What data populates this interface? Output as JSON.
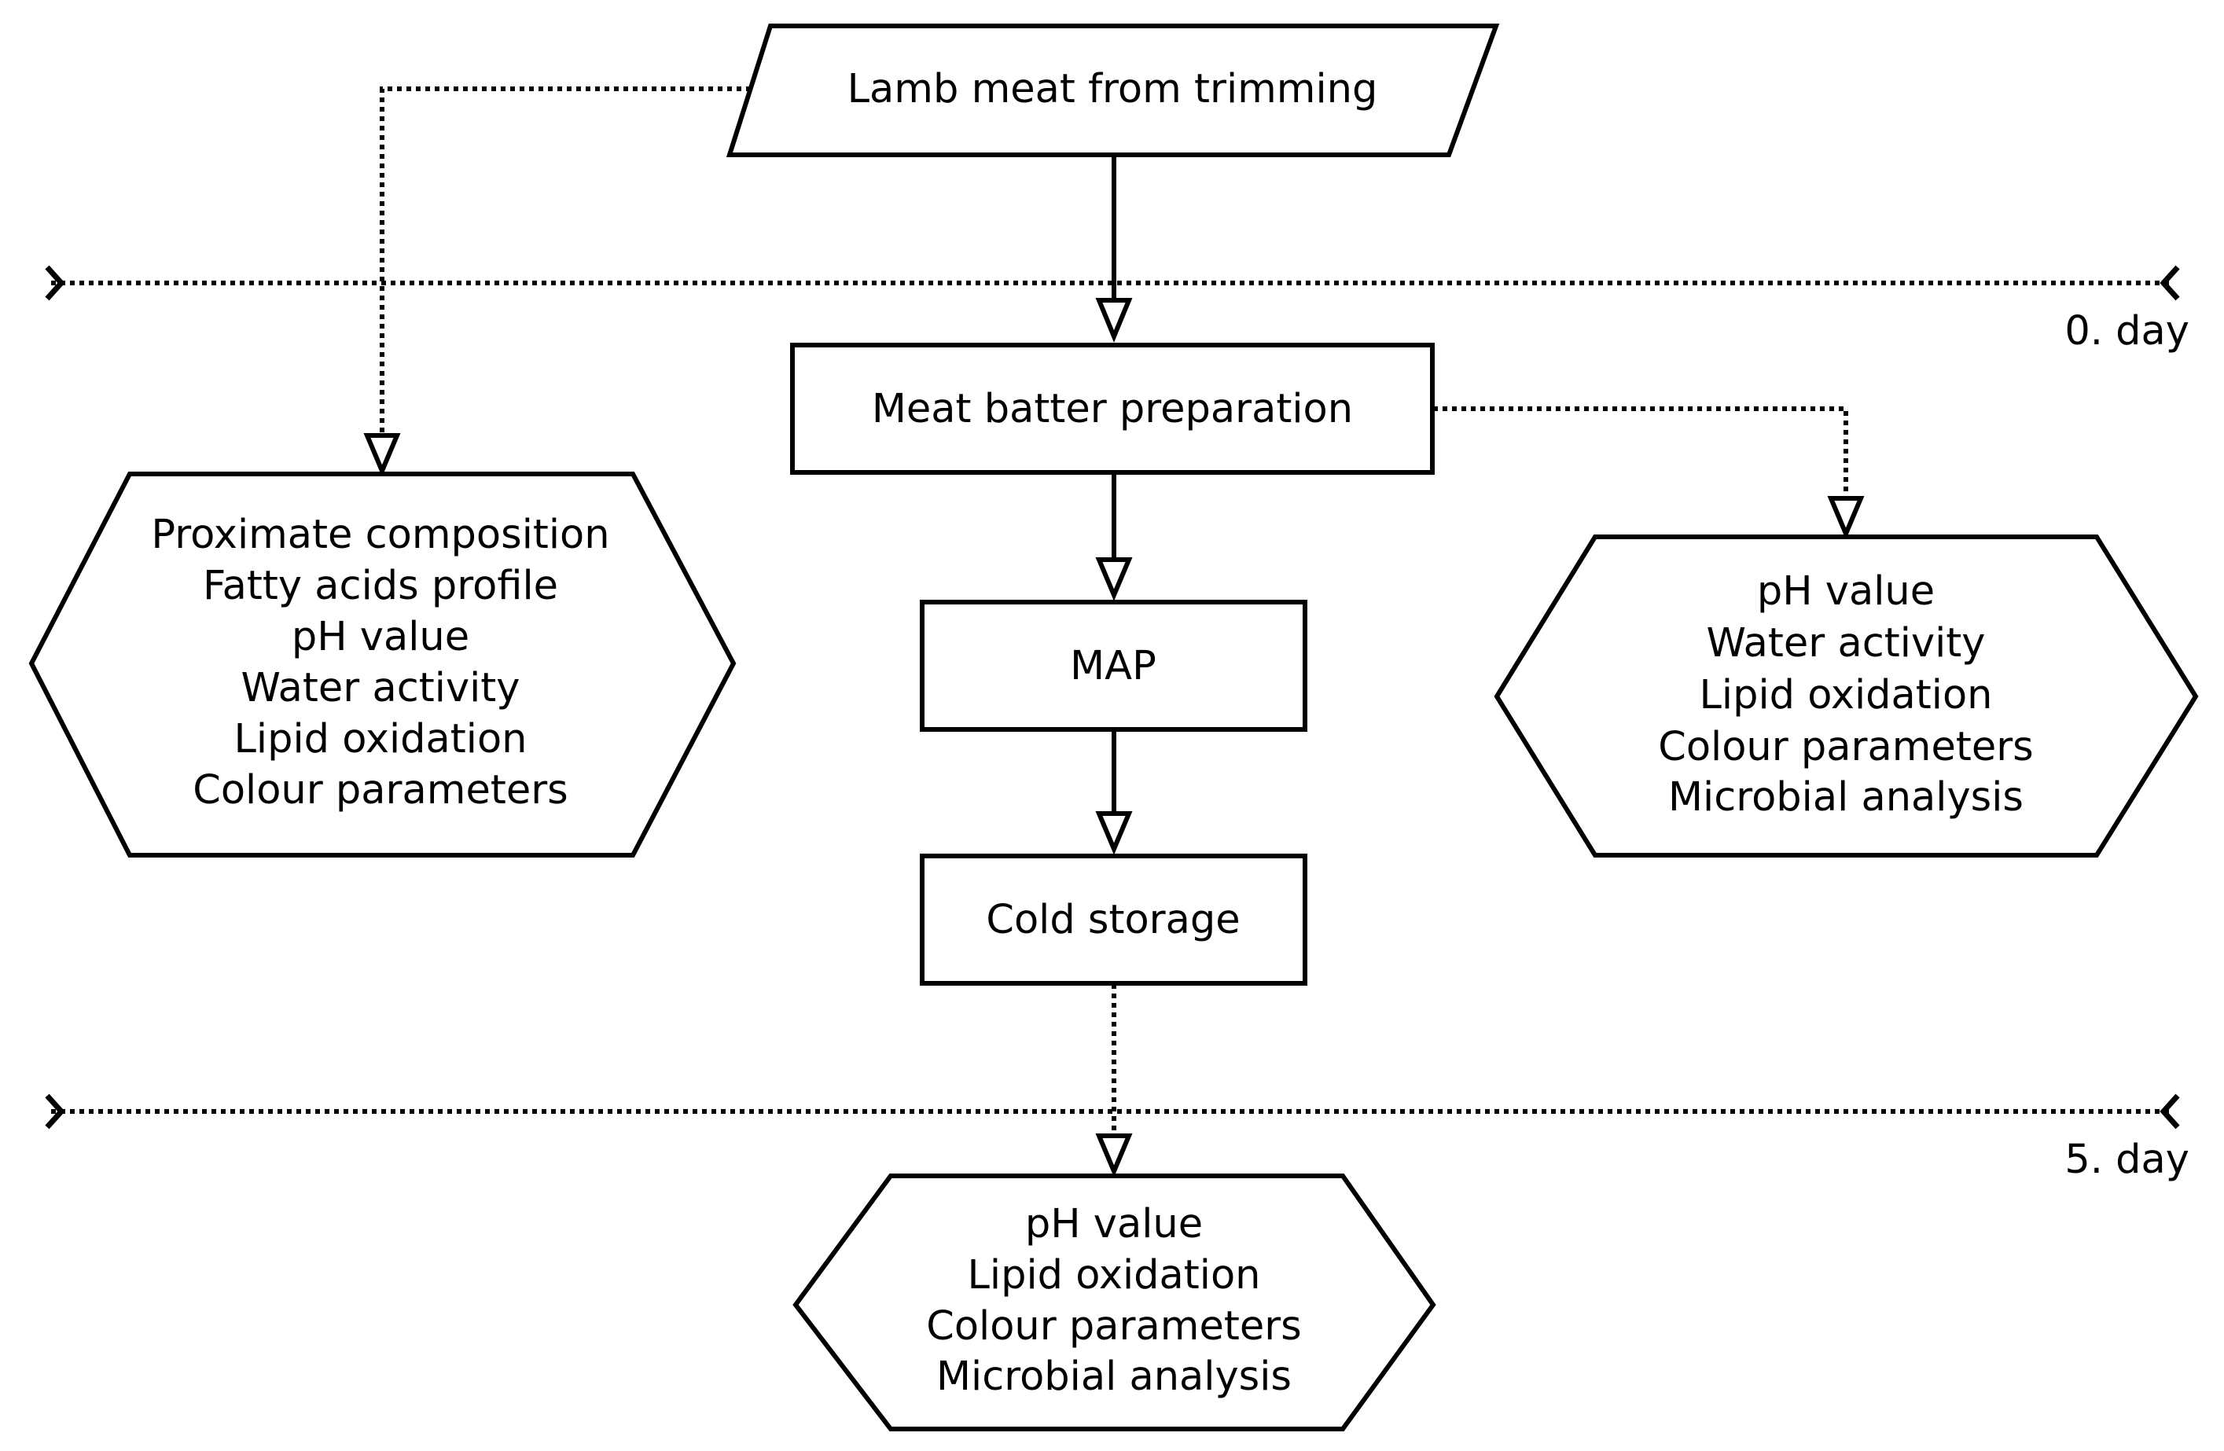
{
  "nodes": {
    "start": "Lamb meat from trimming",
    "batter": "Meat batter preparation",
    "map": "MAP",
    "cold": "Cold storage"
  },
  "analyses": {
    "left": [
      "Proximate composition",
      "Fatty acids profile",
      "pH value",
      "Water activity",
      "Lipid oxidation",
      "Colour parameters"
    ],
    "right": [
      "pH value",
      "Water activity",
      "Lipid oxidation",
      "Colour parameters",
      "Microbial analysis"
    ],
    "bottom": [
      "pH value",
      "Lipid oxidation",
      "Colour parameters",
      "Microbial analysis"
    ]
  },
  "timeline": {
    "day0": "0. day",
    "day5": "5. day"
  },
  "colors": {
    "stroke": "#000000",
    "fill": "#ffffff"
  }
}
